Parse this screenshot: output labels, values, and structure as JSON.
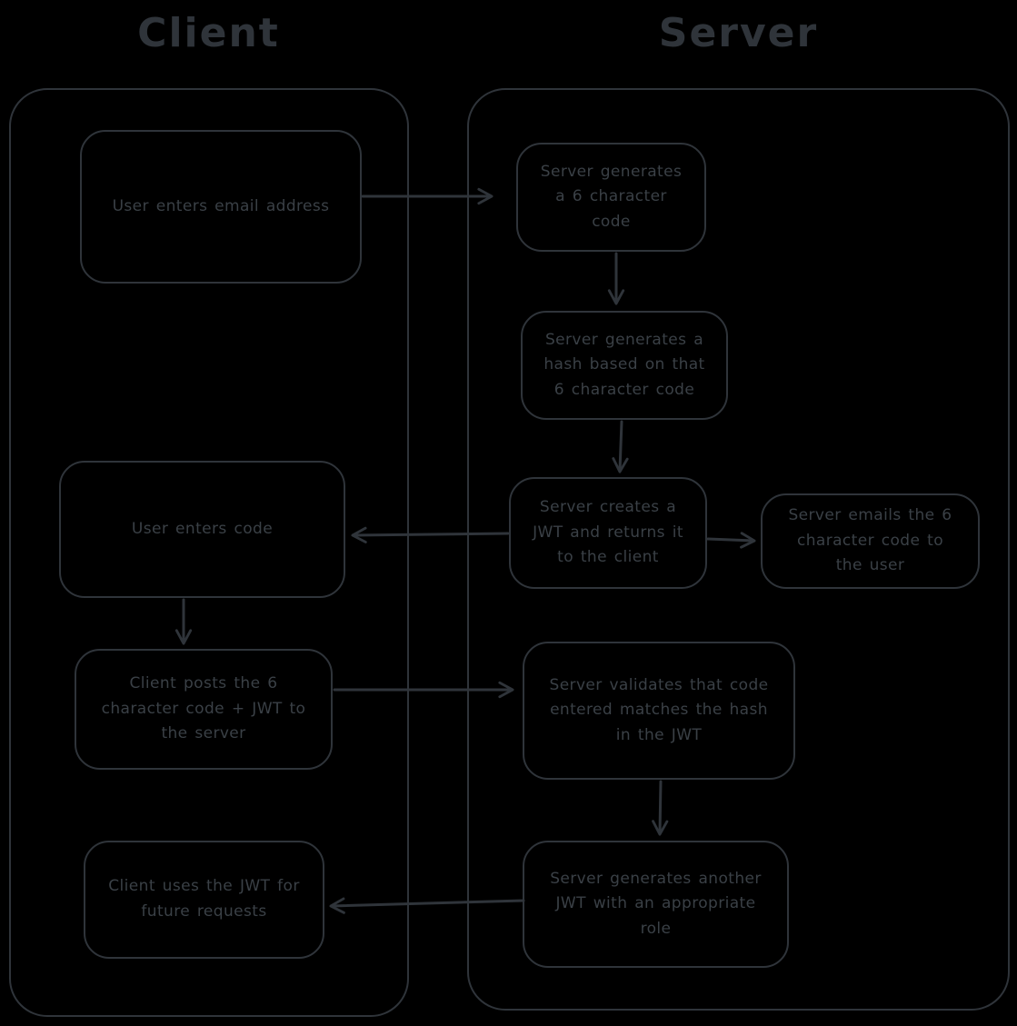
{
  "titles": {
    "client": "Client",
    "server": "Server"
  },
  "colors": {
    "background": "#000000",
    "stroke": "#2f343a",
    "text": "#3a4046"
  },
  "nodes": {
    "user_enters_email": {
      "lane": "client",
      "label": "User enters email address"
    },
    "server_generates_code": {
      "lane": "server",
      "label": "Server generates a 6 character code"
    },
    "server_generates_hash": {
      "lane": "server",
      "label": "Server generates a hash based on that 6 character code"
    },
    "server_creates_jwt": {
      "lane": "server",
      "label": "Server creates a JWT and returns it to the client"
    },
    "server_emails_code": {
      "lane": "server",
      "label": "Server emails the 6 character code to the user"
    },
    "user_enters_code": {
      "lane": "client",
      "label": "User enters code"
    },
    "client_posts_code": {
      "lane": "client",
      "label": "Client posts the 6 character code + JWT to the server"
    },
    "server_validates_code": {
      "lane": "server",
      "label": "Server validates that code entered matches the hash in the JWT"
    },
    "server_generates_role_jwt": {
      "lane": "server",
      "label": "Server generates another JWT with an appropriate role"
    },
    "client_uses_jwt": {
      "lane": "client",
      "label": "Client uses the JWT for future requests"
    }
  },
  "edges": [
    {
      "from": "user_enters_email",
      "to": "server_generates_code"
    },
    {
      "from": "server_generates_code",
      "to": "server_generates_hash"
    },
    {
      "from": "server_generates_hash",
      "to": "server_creates_jwt"
    },
    {
      "from": "server_creates_jwt",
      "to": "user_enters_code"
    },
    {
      "from": "server_creates_jwt",
      "to": "server_emails_code"
    },
    {
      "from": "user_enters_code",
      "to": "client_posts_code"
    },
    {
      "from": "client_posts_code",
      "to": "server_validates_code"
    },
    {
      "from": "server_validates_code",
      "to": "server_generates_role_jwt"
    },
    {
      "from": "server_generates_role_jwt",
      "to": "client_uses_jwt"
    }
  ]
}
